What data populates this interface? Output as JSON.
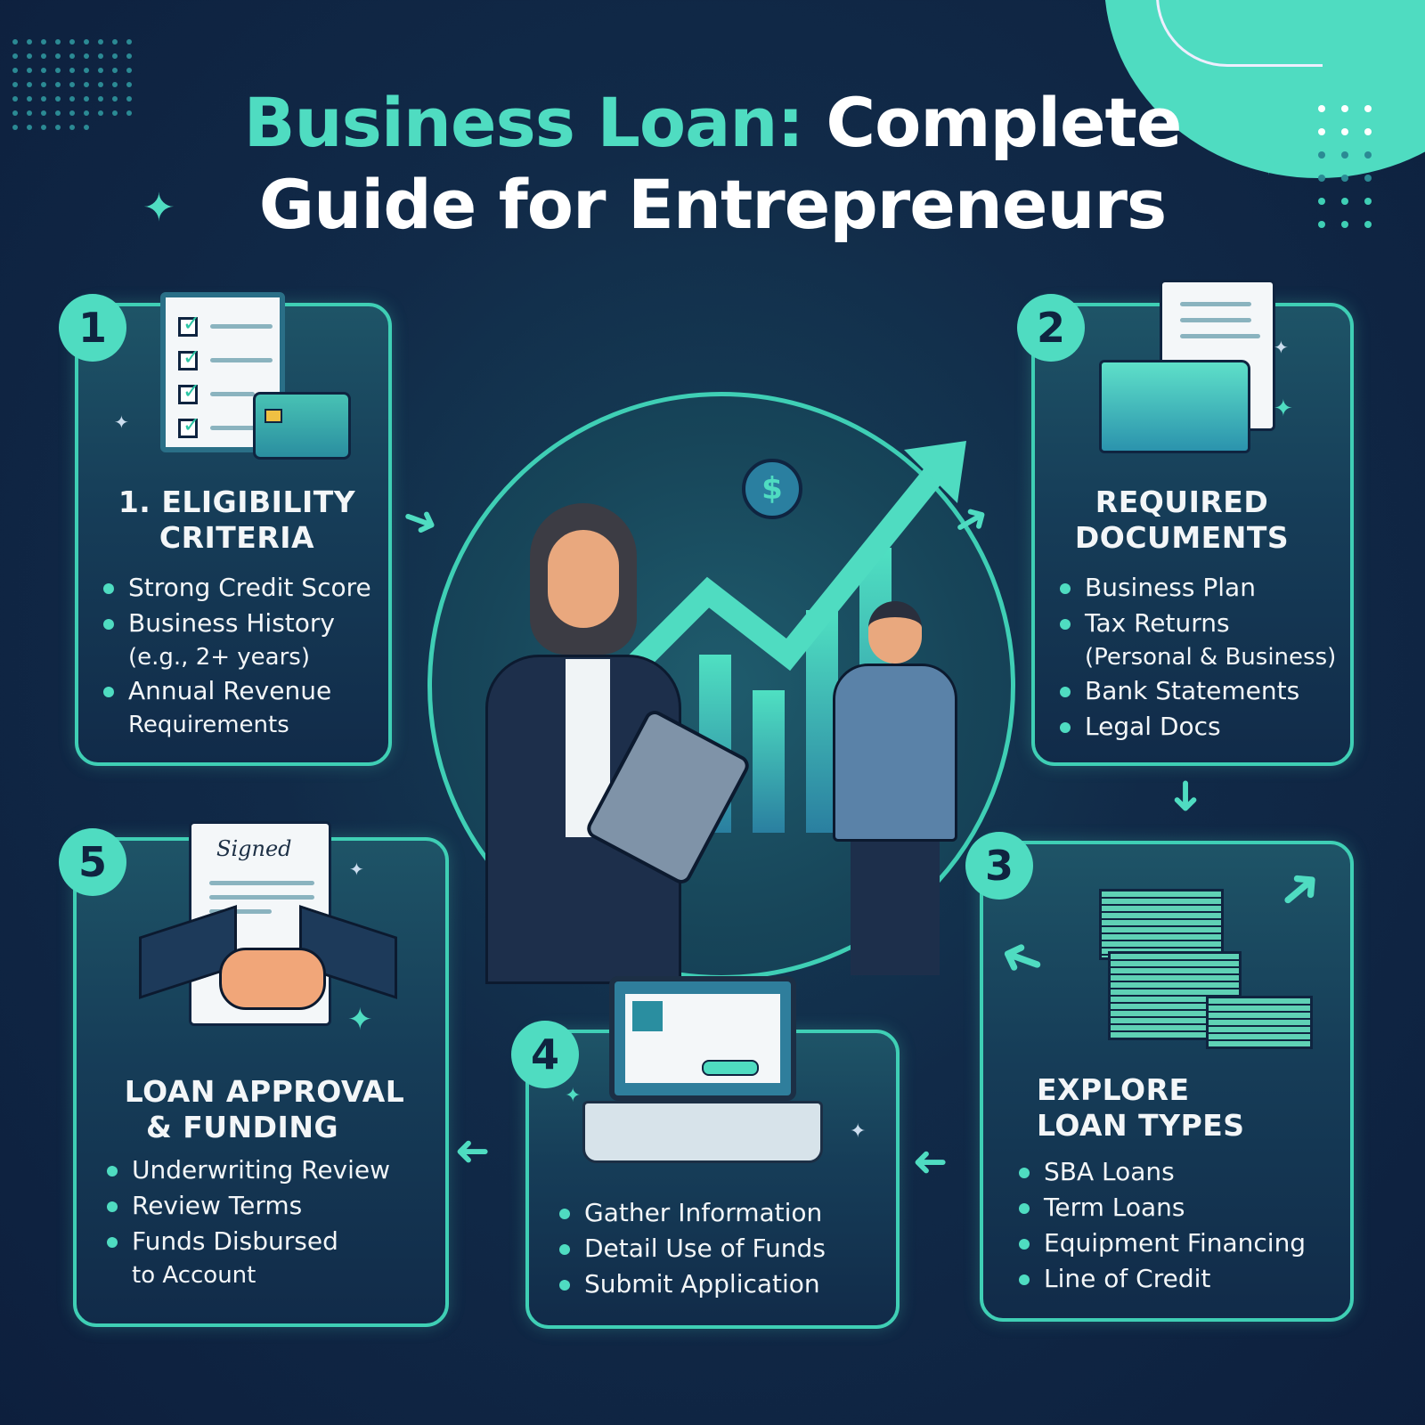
{
  "title": {
    "accent": "Business Loan:",
    "line1_rest": "Complete",
    "line2": "Guide for Entrepreneurs"
  },
  "colors": {
    "background": "#0f2440",
    "accent": "#4fdcc1",
    "card_border": "#3fcfb5",
    "text": "#ffffff"
  },
  "steps": [
    {
      "number": "1",
      "title_line1": "1. ELIGIBILITY",
      "title_line2": "CRITERIA",
      "icon": "clipboard-checklist-credit-card",
      "bullets": [
        "Strong Credit Score",
        "Business History",
        "Annual Revenue"
      ],
      "bullet_subs": [
        "",
        "(e.g., 2+ years)",
        "Requirements"
      ]
    },
    {
      "number": "2",
      "title_line1": "REQUIRED",
      "title_line2": "DOCUMENTS",
      "icon": "folder-documents",
      "bullets": [
        "Business Plan",
        "Tax Returns",
        "Bank Statements",
        "Legal Docs"
      ],
      "bullet_subs": [
        "",
        "(Personal & Business)",
        "",
        ""
      ]
    },
    {
      "number": "3",
      "title_line1": "EXPLORE",
      "title_line2": "LOAN TYPES",
      "icon": "money-stacks-arrows",
      "bullets": [
        "SBA Loans",
        "Term Loans",
        "Equipment Financing",
        "Line of Credit"
      ]
    },
    {
      "number": "4",
      "icon": "laptop-application-form",
      "bullets": [
        "Gather Information",
        "Detail Use of Funds",
        "Submit Application"
      ]
    },
    {
      "number": "5",
      "title_line1": "LOAN APPROVAL",
      "title_line2": "& FUNDING",
      "icon": "handshake-signed-document",
      "document_label": "Signed",
      "bullets": [
        "Underwriting Review",
        "Review Terms",
        "Funds Disbursed"
      ],
      "bullet_subs": [
        "",
        "",
        "to Account"
      ]
    }
  ],
  "center_illustration": {
    "description": "businesswoman-with-tablet-and-man-in-front-of-growth-chart",
    "currency_symbol": "$"
  }
}
